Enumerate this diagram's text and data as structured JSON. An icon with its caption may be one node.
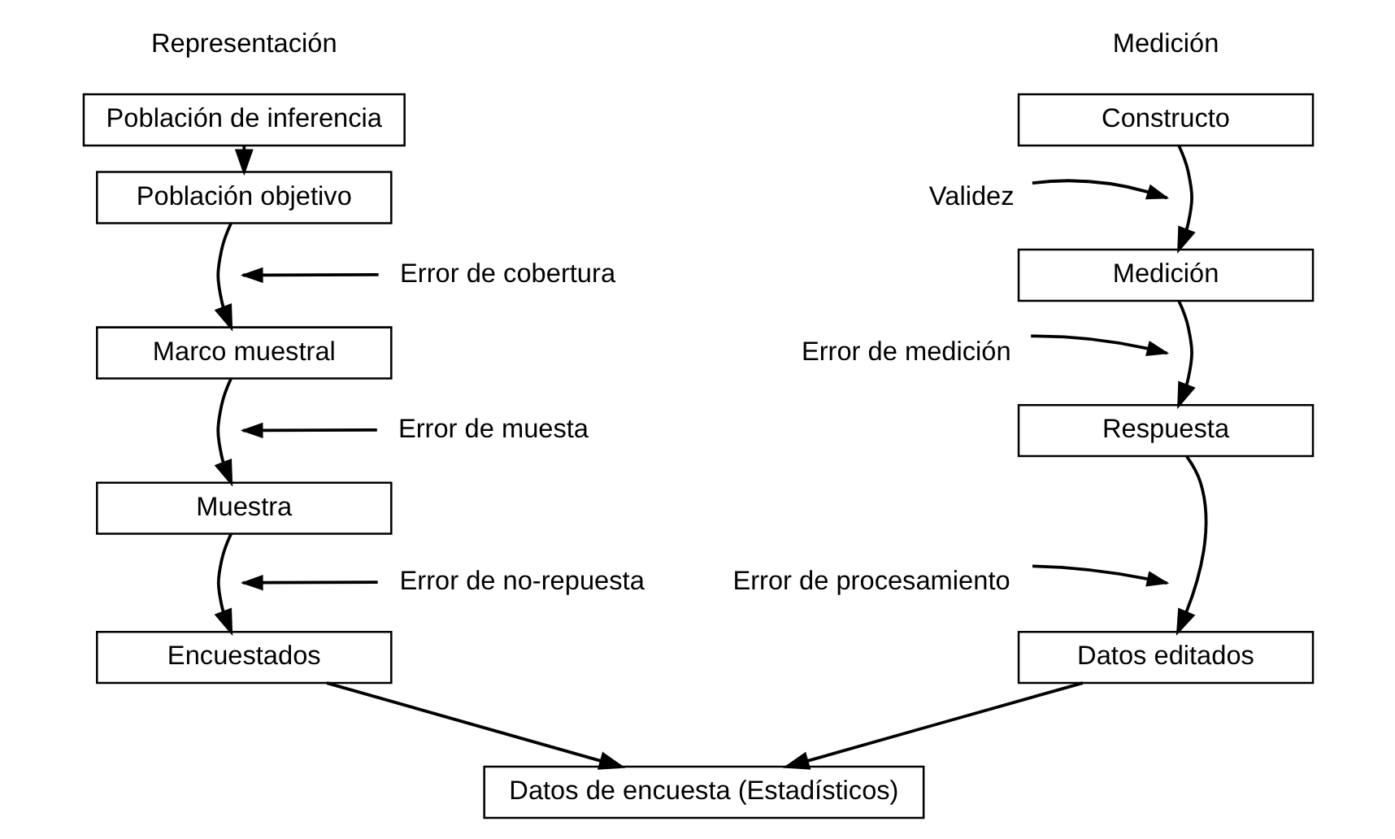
{
  "diagram": {
    "nodes": [
      {
        "text": [
          "Constructo"
        ]
      },
      {
        "text": [
          "Medición"
        ]
      },
      {
        "text": [
          "Respuesta"
        ]
      },
      {
        "text": [
          "Datos editados"
        ]
      },
      {
        "text": [
          "Población de inferencia"
        ]
      },
      {
        "text": [
          "Población objetivo"
        ]
      },
      {
        "text": [
          "Marco muestral"
        ]
      },
      {
        "text": [
          "Muestra"
        ]
      },
      {
        "text": [
          "Encuestados"
        ]
      },
      {
        "text": [
          "Datos de encuesta (Estadísticos)"
        ]
      },
      {
        "text": [
          "Validez"
        ]
      },
      {
        "text": [
          "Error de medición"
        ]
      },
      {
        "text": [
          "Error de procesamiento"
        ]
      },
      {
        "text": [
          "Error de cobertura"
        ]
      },
      {
        "text": [
          "Error de muesta"
        ]
      },
      {
        "text": [
          "Error de no-repuesta"
        ]
      }
    ],
    "edges": [
      {
        "from": 0,
        "to": 1,
        "arrow": "to"
      },
      {
        "from": 1,
        "to": 2,
        "arrow": "to"
      },
      {
        "from": 2,
        "to": 3,
        "arrow": "to"
      },
      {
        "from": 4,
        "to": 5,
        "arrow": "to"
      },
      {
        "from": 5,
        "to": 6,
        "arrow": "to"
      },
      {
        "from": 6,
        "to": 7,
        "arrow": "to"
      },
      {
        "from": 7,
        "to": 8,
        "arrow": "to"
      },
      {
        "from": 3,
        "to": 9,
        "arrow": "to"
      },
      {
        "from": 8,
        "to": 9,
        "arrow": "to"
      },
      {
        "from": 10,
        "to": null,
        "arrow": "to"
      },
      {
        "from": 11,
        "to": null,
        "arrow": "to"
      },
      {
        "from": 12,
        "to": null,
        "arrow": "to"
      },
      {
        "from": 13,
        "to": null,
        "arrow": "to"
      },
      {
        "from": 14,
        "to": null,
        "arrow": "to"
      },
      {
        "from": 15,
        "to": null,
        "arrow": "to"
      }
    ],
    "labels": [
      "Medición",
      "Representación"
    ]
  }
}
